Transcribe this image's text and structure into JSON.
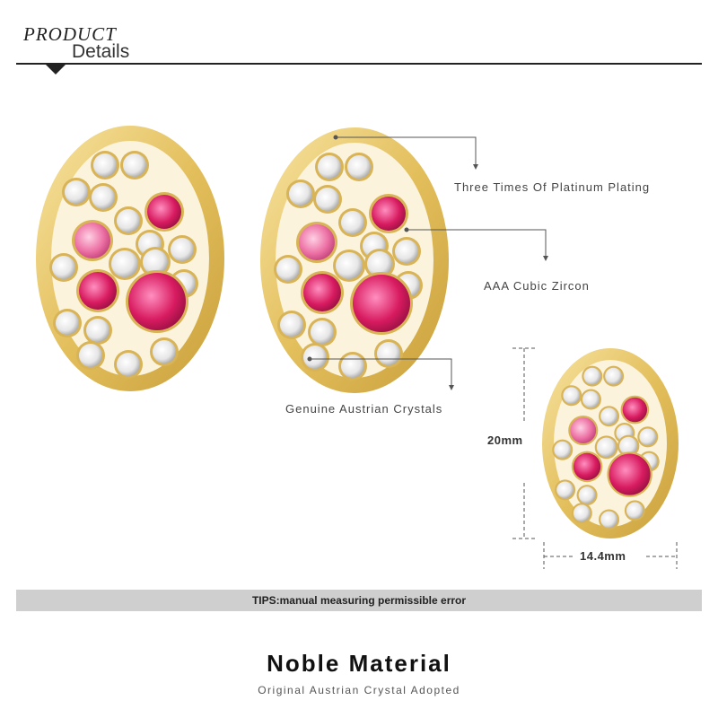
{
  "header": {
    "product_label": "PRODUCT",
    "details_label": "Details"
  },
  "callouts": {
    "plating": "Three Times Of Platinum Plating",
    "zircon": "AAA Cubic Zircon",
    "crystals": "Genuine Austrian Crystals"
  },
  "dimensions": {
    "height": "20mm",
    "width": "14.4mm"
  },
  "tips": {
    "text": "TIPS:manual measuring permissible error"
  },
  "footer": {
    "title": "Noble Material",
    "subtitle": "Original Austrian Crystal Adopted"
  },
  "colors": {
    "gold": "#e8c86a",
    "gold_dark": "#c9a03c",
    "pink": "#d81b60",
    "pink_light": "#ec6fa3",
    "crystal": "#f2f2f2"
  }
}
